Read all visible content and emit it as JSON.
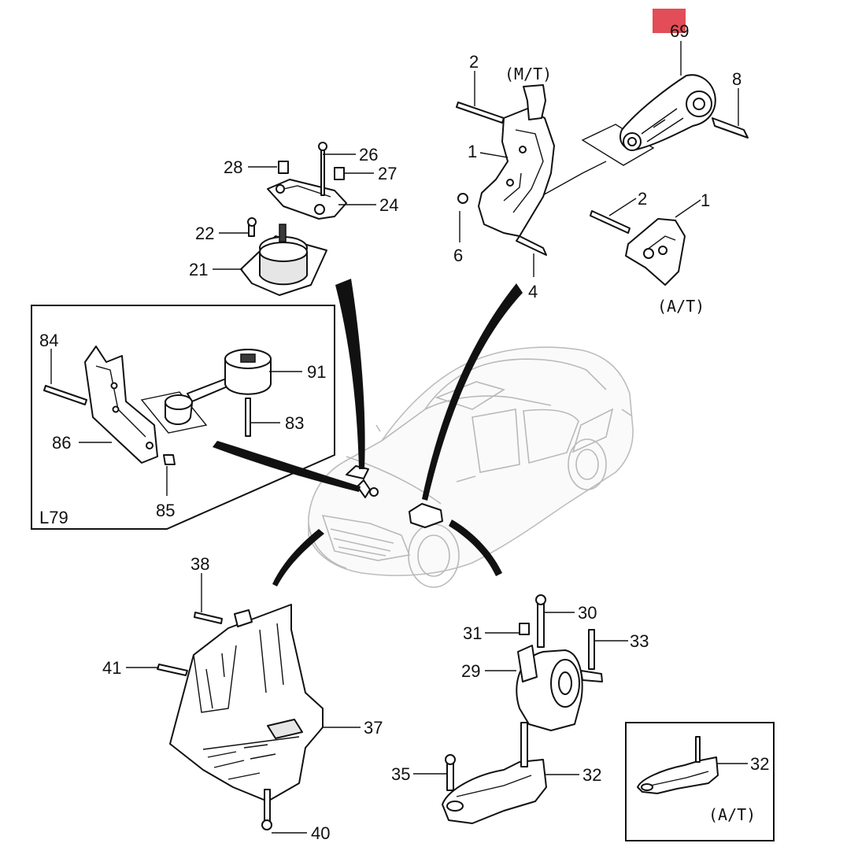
{
  "callouts": {
    "c69": "69",
    "c2_top": "2",
    "c8": "8",
    "mt_label": "(M/T)",
    "c1_left": "1",
    "c2_right": "2",
    "c1_right": "1",
    "c6": "6",
    "c4": "4",
    "at_label_top": "(A/T)",
    "c26": "26",
    "c28": "28",
    "c27": "27",
    "c24": "24",
    "c22": "22",
    "c21": "21",
    "c84": "84",
    "c91": "91",
    "c83": "83",
    "c86": "86",
    "c85": "85",
    "inset_l79": "L79",
    "c38": "38",
    "c41": "41",
    "c37": "37",
    "c40": "40",
    "c30": "30",
    "c31": "31",
    "c33": "33",
    "c29": "29",
    "c35": "35",
    "c32": "32",
    "c32_inset": "32",
    "at_label_inset": "(A/T)"
  },
  "highlight_color": "#e24d57"
}
